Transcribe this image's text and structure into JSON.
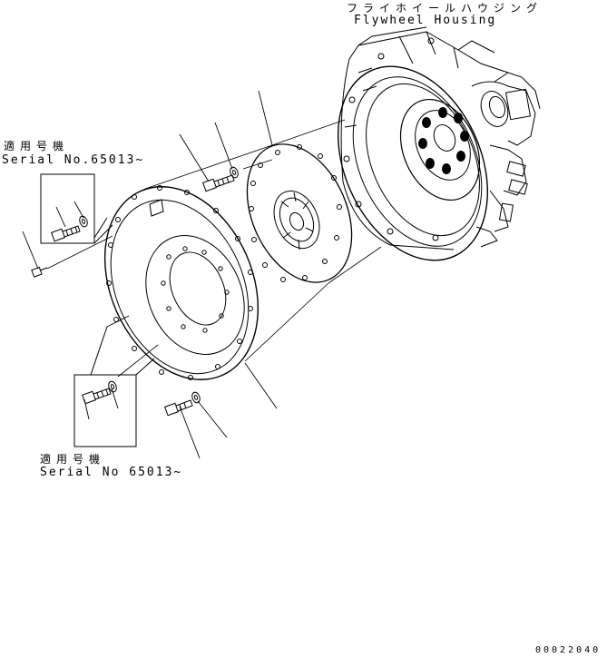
{
  "header": {
    "title_jp": "フライホイールハウジング",
    "title_en": "Flywheel Housing"
  },
  "applicability_top": {
    "label_jp": "適用号機",
    "serial": "Serial No.65013~"
  },
  "applicability_bottom": {
    "label_jp": "適用号機",
    "serial": "Serial No 65013~"
  },
  "figure_code": "00022040",
  "colors": {
    "ink": "#000000",
    "paper": "#ffffff"
  }
}
